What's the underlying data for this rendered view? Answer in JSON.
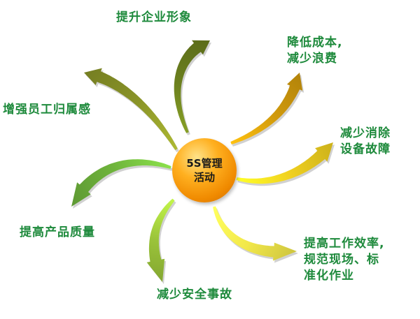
{
  "center": {
    "line1": "5S管理",
    "line2": "活动"
  },
  "benefits": [
    {
      "lines": [
        "提升企业形象"
      ],
      "color": "#6b7f1e"
    },
    {
      "lines": [
        "降低成本,",
        "减少浪费"
      ],
      "color": "#d19a0c"
    },
    {
      "lines": [
        "减少消除",
        "设备故障"
      ],
      "color": "#f0d020"
    },
    {
      "lines": [
        "提高工作效率,",
        "规范现场、标",
        "准化作业"
      ],
      "color": "#f2e84a"
    },
    {
      "lines": [
        "减少安全事故"
      ],
      "color": "#9bc43a"
    },
    {
      "lines": [
        "提高产品质量"
      ],
      "color": "#6fb43c"
    },
    {
      "lines": [
        "增强员工归属感"
      ],
      "color": "#8a9428"
    }
  ],
  "colors": {
    "label_text": "#1e8a3c",
    "center_orb": "#f5a000"
  }
}
